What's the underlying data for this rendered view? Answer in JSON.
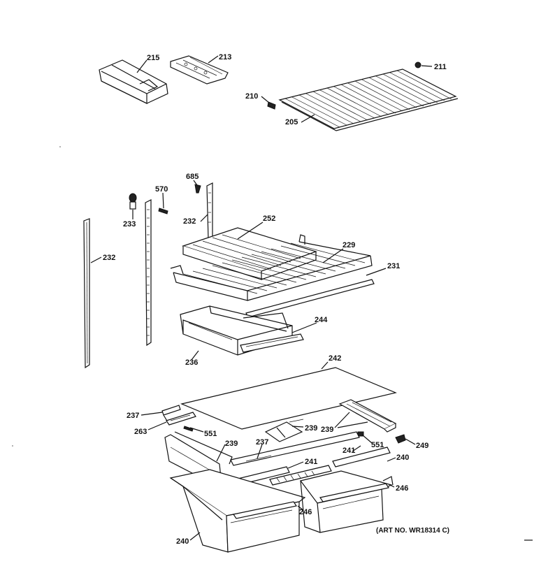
{
  "labels": {
    "l215": "215",
    "l213": "213",
    "l211": "211",
    "l210": "210",
    "l205": "205",
    "l685": "685",
    "l570": "570",
    "l233": "233",
    "l232a": "232",
    "l232b": "232",
    "l252": "252",
    "l229": "229",
    "l231": "231",
    "l244": "244",
    "l236": "236",
    "l242": "242",
    "l237a": "237",
    "l263": "263",
    "l551a": "551",
    "l239a": "239",
    "l239b": "239",
    "l239c": "239",
    "l237b": "237",
    "l551b": "551",
    "l249": "249",
    "l241a": "241",
    "l241b": "241",
    "l240a": "240",
    "l240b": "240",
    "l246a": "246",
    "l246b": "246"
  },
  "art_number": "(ART NO. WR18314 C)"
}
